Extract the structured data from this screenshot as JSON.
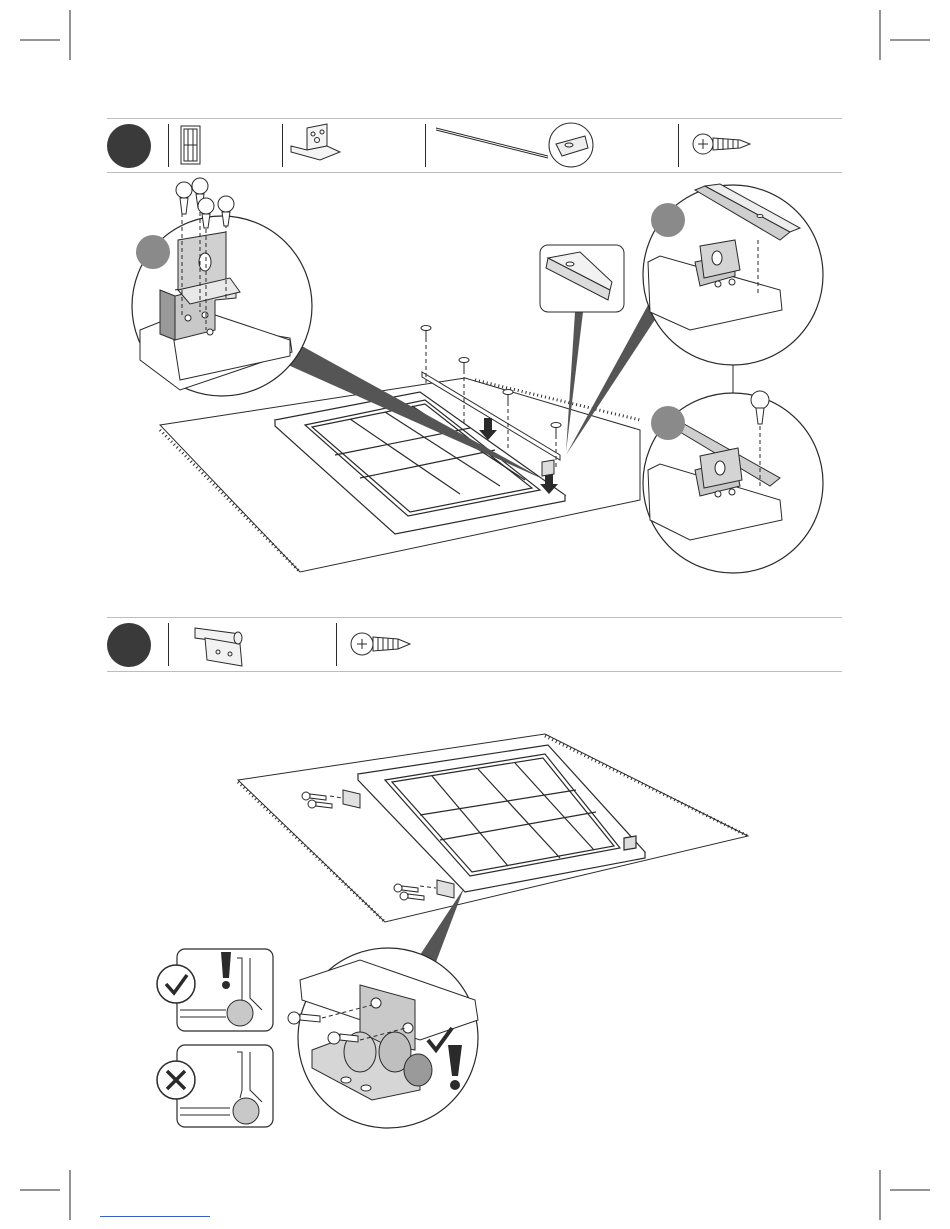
{
  "document": {
    "type": "assembly-instructions",
    "steps": [
      {
        "parts": [
          {
            "icon": "door-panel-icon"
          },
          {
            "icon": "l-bracket-icon"
          },
          {
            "icon": "metal-rod-icon"
          },
          {
            "icon": "screw-icon"
          }
        ],
        "details": [
          "bracket-closeup",
          "rod-profile-closeup",
          "rail-closeup",
          "rail-screw-closeup"
        ]
      },
      {
        "parts": [
          {
            "icon": "hinge-icon"
          },
          {
            "icon": "screw-icon"
          }
        ],
        "checks": [
          {
            "icon": "check-icon",
            "meaning": "correct"
          },
          {
            "icon": "cross-icon",
            "meaning": "incorrect"
          },
          {
            "icon": "exclamation-icon",
            "meaning": "attention"
          }
        ]
      }
    ]
  },
  "colors": {
    "ink": "#2a2a2a",
    "step_badge": "#3a3a3a",
    "detail_badge": "#8a8a8a",
    "rule": "#bdbdbd",
    "metal": "#cfcfcf",
    "shadow": "#555555"
  }
}
